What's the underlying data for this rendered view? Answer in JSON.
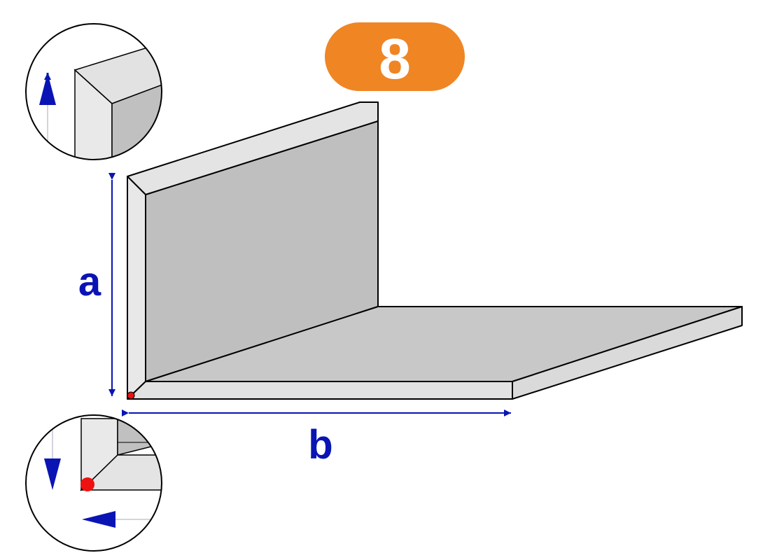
{
  "badge": {
    "number": "8",
    "color": "#f08524",
    "text_color": "#ffffff"
  },
  "dimensions": {
    "a_label": "a",
    "b_label": "b",
    "color": "#0a14b4"
  },
  "colors": {
    "face_light": "#e6e6e6",
    "face_mid": "#d7d7d7",
    "face_dark": "#bfbfbf",
    "outline": "#000000",
    "origin_marker": "#ee1111"
  }
}
